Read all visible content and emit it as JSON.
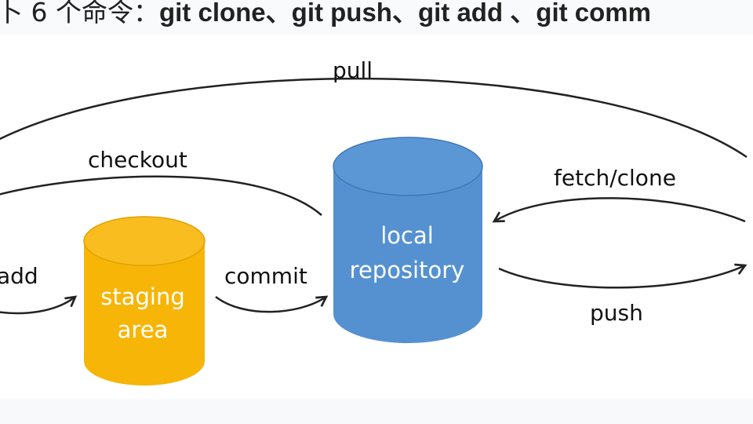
{
  "heading": {
    "prefix": "卜 6 个命令：",
    "commands": "git clone、git push、git add 、git comm"
  },
  "diagram": {
    "nodes": {
      "staging": {
        "line1": "staging",
        "line2": "area",
        "color": "#f7b508",
        "top_color": "#f9bd20"
      },
      "local": {
        "line1": "local",
        "line2": "repository",
        "color": "#5591d0",
        "top_color": "#5b97d4"
      }
    },
    "edges": {
      "pull": "pull",
      "checkout": "checkout",
      "fetch_clone": "fetch/clone",
      "add": "add",
      "commit": "commit",
      "push": "push"
    }
  }
}
